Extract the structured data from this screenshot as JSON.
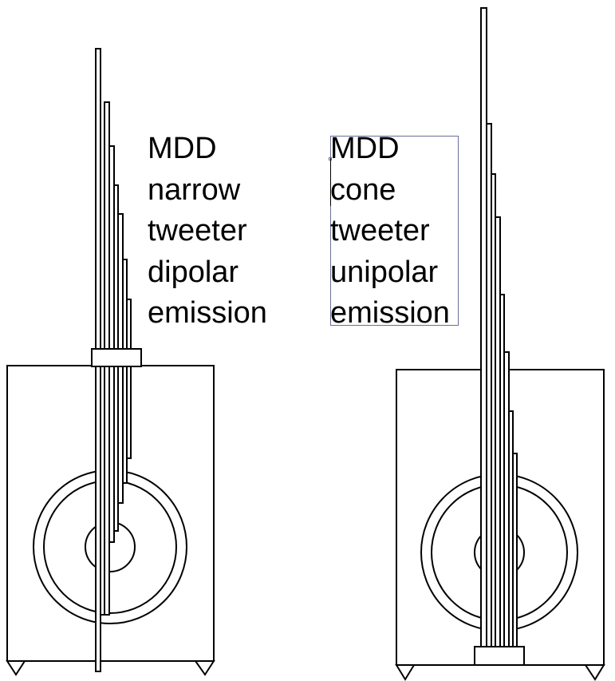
{
  "left_speaker": {
    "label_lines": [
      "MDD",
      "narrow",
      "tweeter",
      "dipolar",
      "emission"
    ]
  },
  "right_speaker": {
    "label_lines": [
      "MDD",
      "cone",
      "tweeter",
      "unipolar",
      "emission"
    ]
  },
  "colors": {
    "stroke": "#000000",
    "background": "#ffffff",
    "selection": "#6a6f9a"
  }
}
